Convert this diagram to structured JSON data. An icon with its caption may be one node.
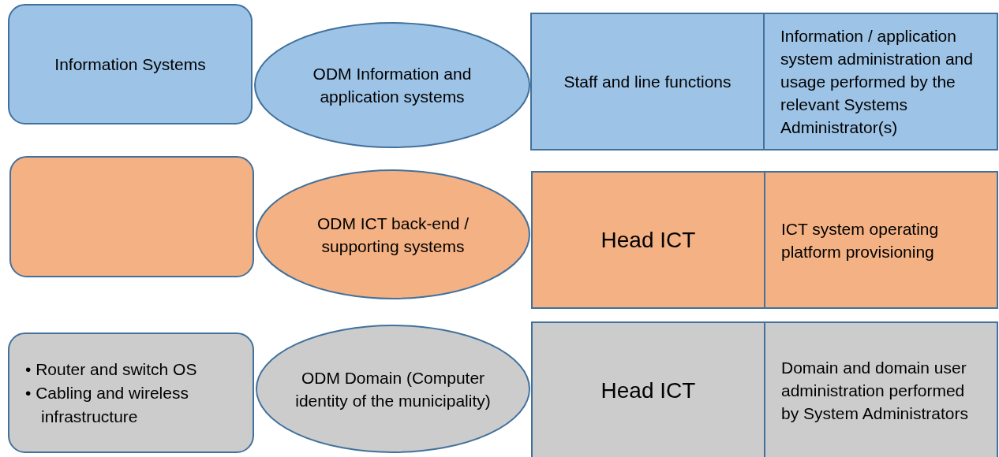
{
  "diagram": {
    "nodes": [
      {
        "text": [
          "Information Systems"
        ]
      },
      {
        "text": [
          "ODM Information and application systems"
        ]
      },
      {
        "text": [
          "Staff and line functions"
        ]
      },
      {
        "text": [
          "Information / application system administration and usage performed by the relevant Systems Administrator(s)"
        ]
      },
      {
        "text": [],
        "shape": "box"
      },
      {
        "text": [
          "ODM ICT back-end / supporting systems"
        ]
      },
      {
        "text": [
          "Head ICT"
        ]
      },
      {
        "text": [
          "ICT system operating platform provisioning"
        ]
      },
      {
        "text": [
          "• Router and switch OS",
          "• Cabling and wireless infrastructure"
        ]
      },
      {
        "text": [
          "ODM Domain (Computer identity of the municipality)"
        ]
      },
      {
        "text": [
          "Head ICT"
        ]
      },
      {
        "text": [
          "Domain and domain user administration performed by System Administrators"
        ]
      }
    ],
    "edges": []
  }
}
